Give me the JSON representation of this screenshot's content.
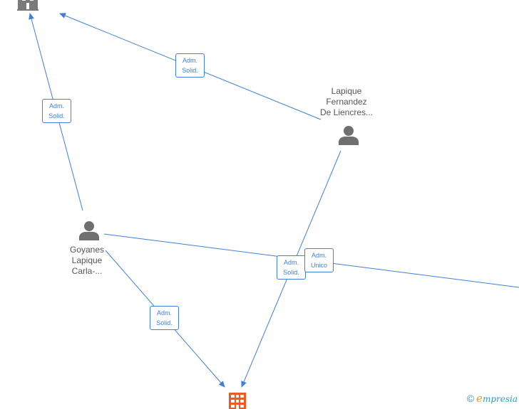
{
  "nodes": {
    "person_lapique": {
      "name_lines": [
        "Lapique",
        "Fernandez",
        "De Liencres..."
      ]
    },
    "person_goyanes": {
      "name_lines": [
        "Goyanes",
        "Lapique",
        "Carla-..."
      ]
    },
    "company_top": {
      "icon": "building-icon",
      "color": "#7a7a7a"
    },
    "company_bottom": {
      "icon": "building-icon",
      "color": "#f05a22"
    }
  },
  "edges": [
    {
      "from": "person_lapique",
      "to": "company_top",
      "label_lines": [
        "Adm.",
        "Solid."
      ]
    },
    {
      "from": "person_goyanes",
      "to": "company_top",
      "label_lines": [
        "Adm.",
        "Solid."
      ]
    },
    {
      "from": "person_goyanes",
      "to": "company_bottom",
      "label_lines": [
        "Adm.",
        "Solid."
      ]
    },
    {
      "from": "person_lapique",
      "to": "company_bottom",
      "label_lines": [
        "Adm.",
        "Solid."
      ]
    },
    {
      "from": "person_goyanes",
      "to": "offscreen_right",
      "label_lines": [
        "Adm.",
        "Unico"
      ]
    }
  ],
  "colors": {
    "edge": "#3f7fd9",
    "person_icon": "#6f6f6f",
    "label_text": "#555555"
  },
  "watermark": {
    "copyright_symbol": "©",
    "brand_initial": "e",
    "brand_rest": "mpresia"
  }
}
